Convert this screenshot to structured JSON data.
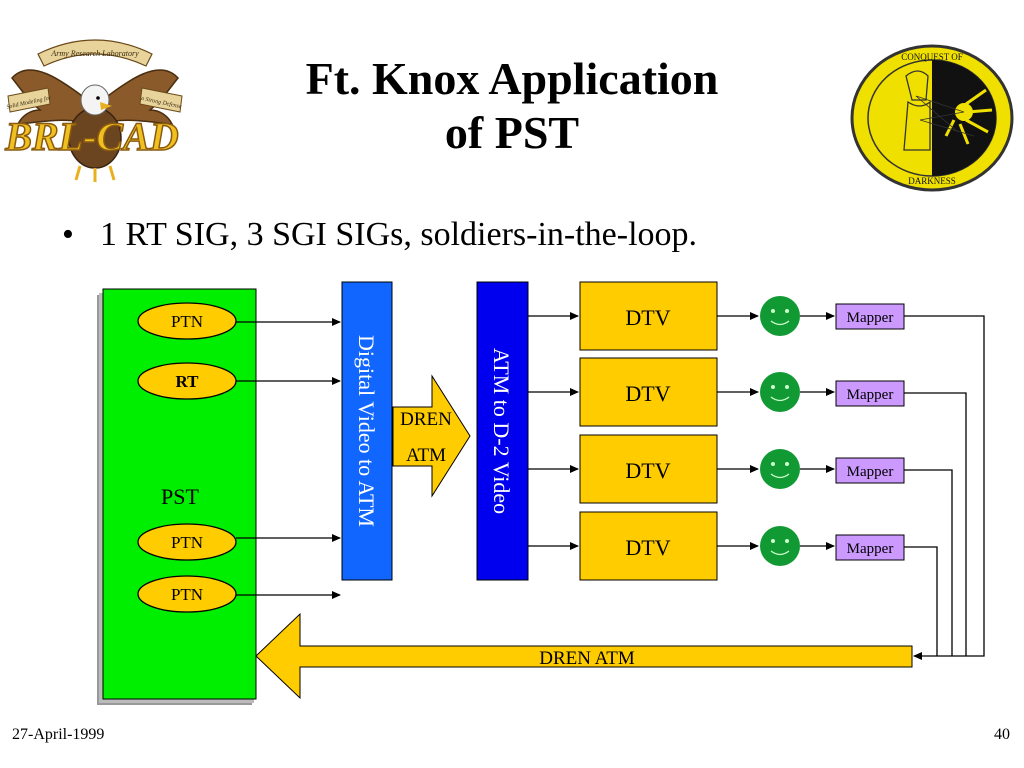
{
  "slide": {
    "title_line1": "Ft. Knox Application",
    "title_line2": "of PST",
    "bullet": "1 RT SIG, 3 SGI SIGs, soldiers-in-the-loop.",
    "date": "27-April-1999",
    "page_number": "40"
  },
  "logos": {
    "left": {
      "name": "brl-cad-eagle-logo",
      "text_main": "BRL-CAD",
      "text_top": "Army Research Laboratory",
      "text_ribbon_left": "Solid Modeling for",
      "text_ribbon_right": "a Strong Defense"
    },
    "right": {
      "name": "conquest-of-darkness-seal",
      "text_top": "CONQUEST OF",
      "text_bottom": "DARKNESS"
    }
  },
  "diagram": {
    "pst_label": "PST",
    "pst_nodes": [
      "PTN",
      "RT",
      "PTN",
      "PTN"
    ],
    "digital_video_box": "Digital Video to ATM",
    "dren_arrow_line1": "DREN",
    "dren_arrow_line2": "ATM",
    "atm_d2_box": "ATM to D-2 Video",
    "dtv_boxes": [
      "DTV",
      "DTV",
      "DTV",
      "DTV"
    ],
    "mapper_boxes": [
      "Mapper",
      "Mapper",
      "Mapper",
      "Mapper"
    ],
    "return_arrow": "DREN ATM"
  },
  "colors": {
    "pst_green": "#00ee00",
    "node_yellow": "#ffcc00",
    "video_blue": "#1166ff",
    "atm_blue": "#0000ee",
    "dtv_yellow": "#ffcc00",
    "smiley_green": "#119933",
    "mapper_purple": "#cc99ff"
  }
}
